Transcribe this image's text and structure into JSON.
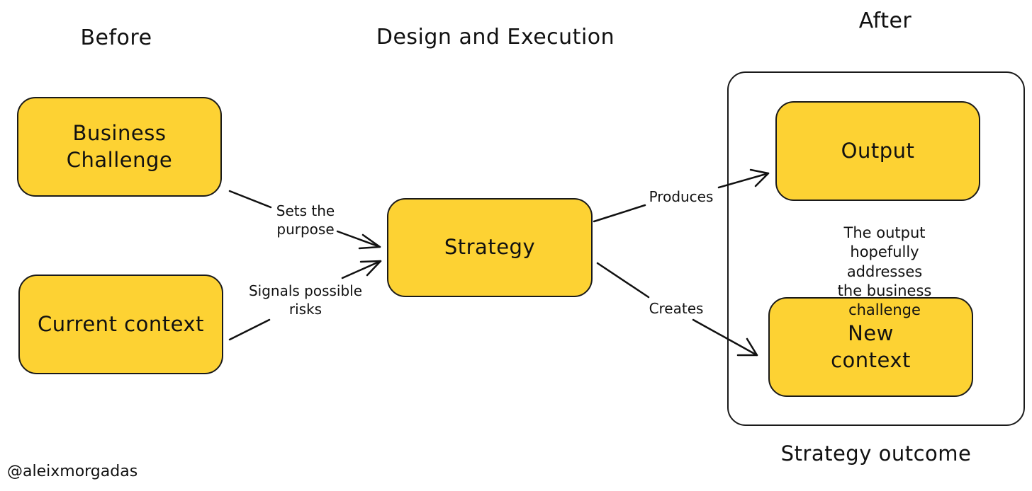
{
  "colors": {
    "node_fill": "#fdd233",
    "stroke": "#1a1a1a",
    "background": "#ffffff"
  },
  "columns": {
    "before": "Before",
    "design": "Design and Execution",
    "after": "After"
  },
  "nodes": {
    "business_challenge": "Business\nChallenge",
    "current_context": "Current context",
    "strategy": "Strategy",
    "output": "Output",
    "new_context": "New\ncontext"
  },
  "edges": {
    "sets_purpose": "Sets the\npurpose",
    "signals_risks": "Signals possible\nrisks",
    "produces": "Produces",
    "creates": "Creates"
  },
  "outcome_note": "The output hopefully addresses\nthe business challenge",
  "outcome_caption": "Strategy outcome",
  "credit": "@aleixmorgadas"
}
